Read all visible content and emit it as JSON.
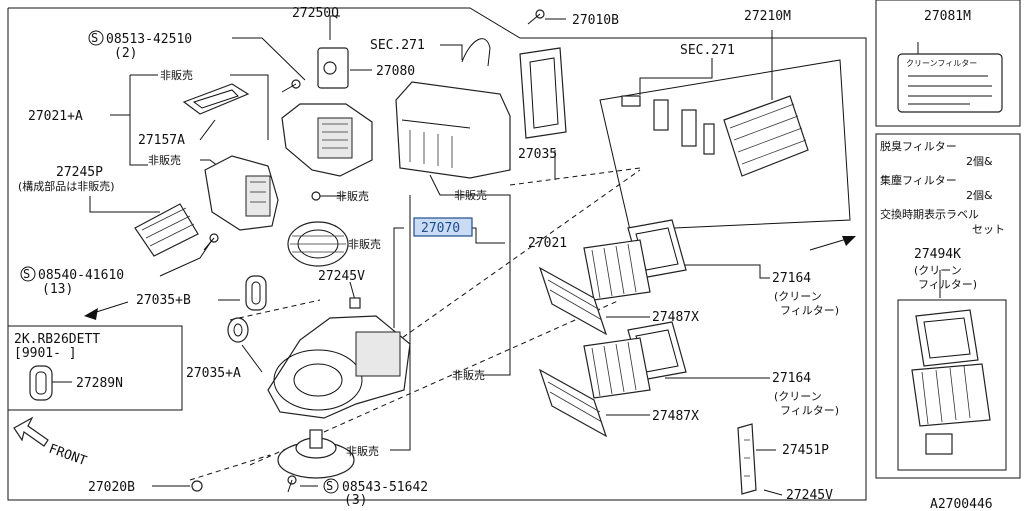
{
  "labels": {
    "p27250Q": "27250Q",
    "p27010B": "27010B",
    "p27210M": "27210M",
    "p27081M": "27081M",
    "screw1": "08513-42510",
    "screw1_qty": "(2)",
    "sec271_a": "SEC.271",
    "sec271_b": "SEC.271",
    "p27080": "27080",
    "hi_a": "非販売",
    "p27021A": "27021+A",
    "p27157A": "27157A",
    "hi_b": "非販売",
    "p27245P": "27245P",
    "note_p27245P": "(構成部品は非販売)",
    "p27035": "27035",
    "hi_c": "非販売",
    "hi_d": "非販売",
    "p27070": "27070",
    "p27021": "27021",
    "hi_e": "非販売",
    "p27245V": "27245V",
    "screw2": "08540-41610",
    "screw2_qty": "(13)",
    "p27035B": "27035+B",
    "p27164a": "27164",
    "p27164a_note1": "(クリーン",
    "p27164a_note2": "フィルター)",
    "p27487Xa": "27487X",
    "spec_engine": "2K.RB26DETT",
    "spec_date": "[9901-  ]",
    "p27289N": "27289N",
    "p27035A": "27035+A",
    "hi_f": "非販売",
    "p27164b": "27164",
    "p27164b_note1": "(クリーン",
    "p27164b_note2": "フィルター)",
    "p27487Xb": "27487X",
    "front": "FRONT",
    "p27451P": "27451P",
    "hi_g": "非販売",
    "p27020B": "27020B",
    "screw3": "08543-51642",
    "screw3_qty": "(3)",
    "p27245V_b": "27245V",
    "diagram_id": "A2700446"
  },
  "side_panel": {
    "line1a": "脱臭フィルター",
    "line1b": "2個&",
    "line2a": "集塵フィルター",
    "line2b": "2個&",
    "line3a": "交換時期表示ラベル",
    "line3b": "セット",
    "part": "27494K",
    "part_note1": "(クリーン",
    "part_note2": "フィルター)"
  },
  "label_card": {
    "title": "クリーンフィルター"
  },
  "colors": {
    "highlight_fill": "#c9dcf3",
    "highlight_stroke": "#1e4d8c"
  }
}
